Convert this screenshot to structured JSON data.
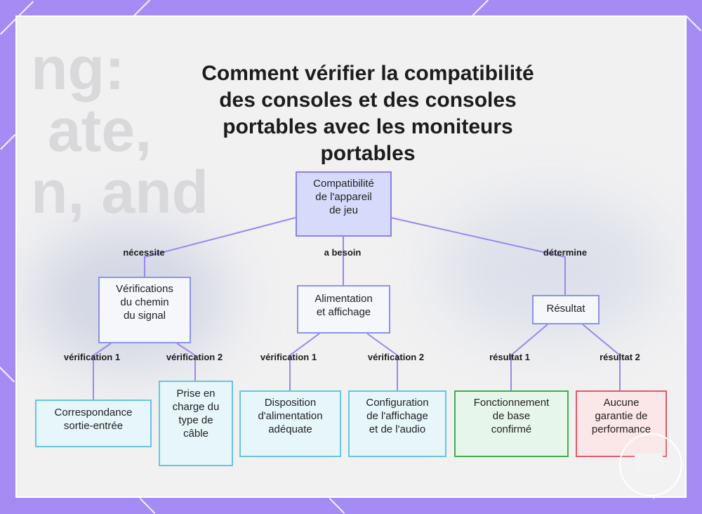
{
  "title": "Comment vérifier la compatibilité des consoles et des consoles portables avec les moniteurs portables",
  "background_text": "ng:\n ate,\nn, and",
  "colors": {
    "frame": "#a48cf4",
    "line": "#9b86ec",
    "root_fill": "#d7dbfb",
    "cyan_border": "#66c6dd",
    "green_border": "#3eae54",
    "red_border": "#e05a6a"
  },
  "nodes": {
    "root": "Compatibilité\nde l'appareil\nde jeu",
    "signal": "Vérifications\ndu chemin\ndu signal",
    "power": "Alimentation\net affichage",
    "result": "Résultat",
    "io_match": "Correspondance\nsortie-entrée",
    "cable": "Prise en\ncharge du\ntype de\ncâble",
    "power_supply": "Disposition\nd'alimentation\nadéquate",
    "display_audio": "Configuration\nde l'affichage\net de l'audio",
    "confirmed": "Fonctionnement\nde base\nconfirmé",
    "no_guarantee": "Aucune\ngarantie de\nperformance"
  },
  "edges": {
    "requires": "nécessite",
    "needs": "a besoin",
    "determines": "détermine",
    "signal_check1": "vérification 1",
    "signal_check2": "vérification 2",
    "power_check1": "vérification 1",
    "power_check2": "vérification 2",
    "result1": "résultat 1",
    "result2": "résultat 2"
  },
  "chat_icon": "chat-bubble-icon"
}
